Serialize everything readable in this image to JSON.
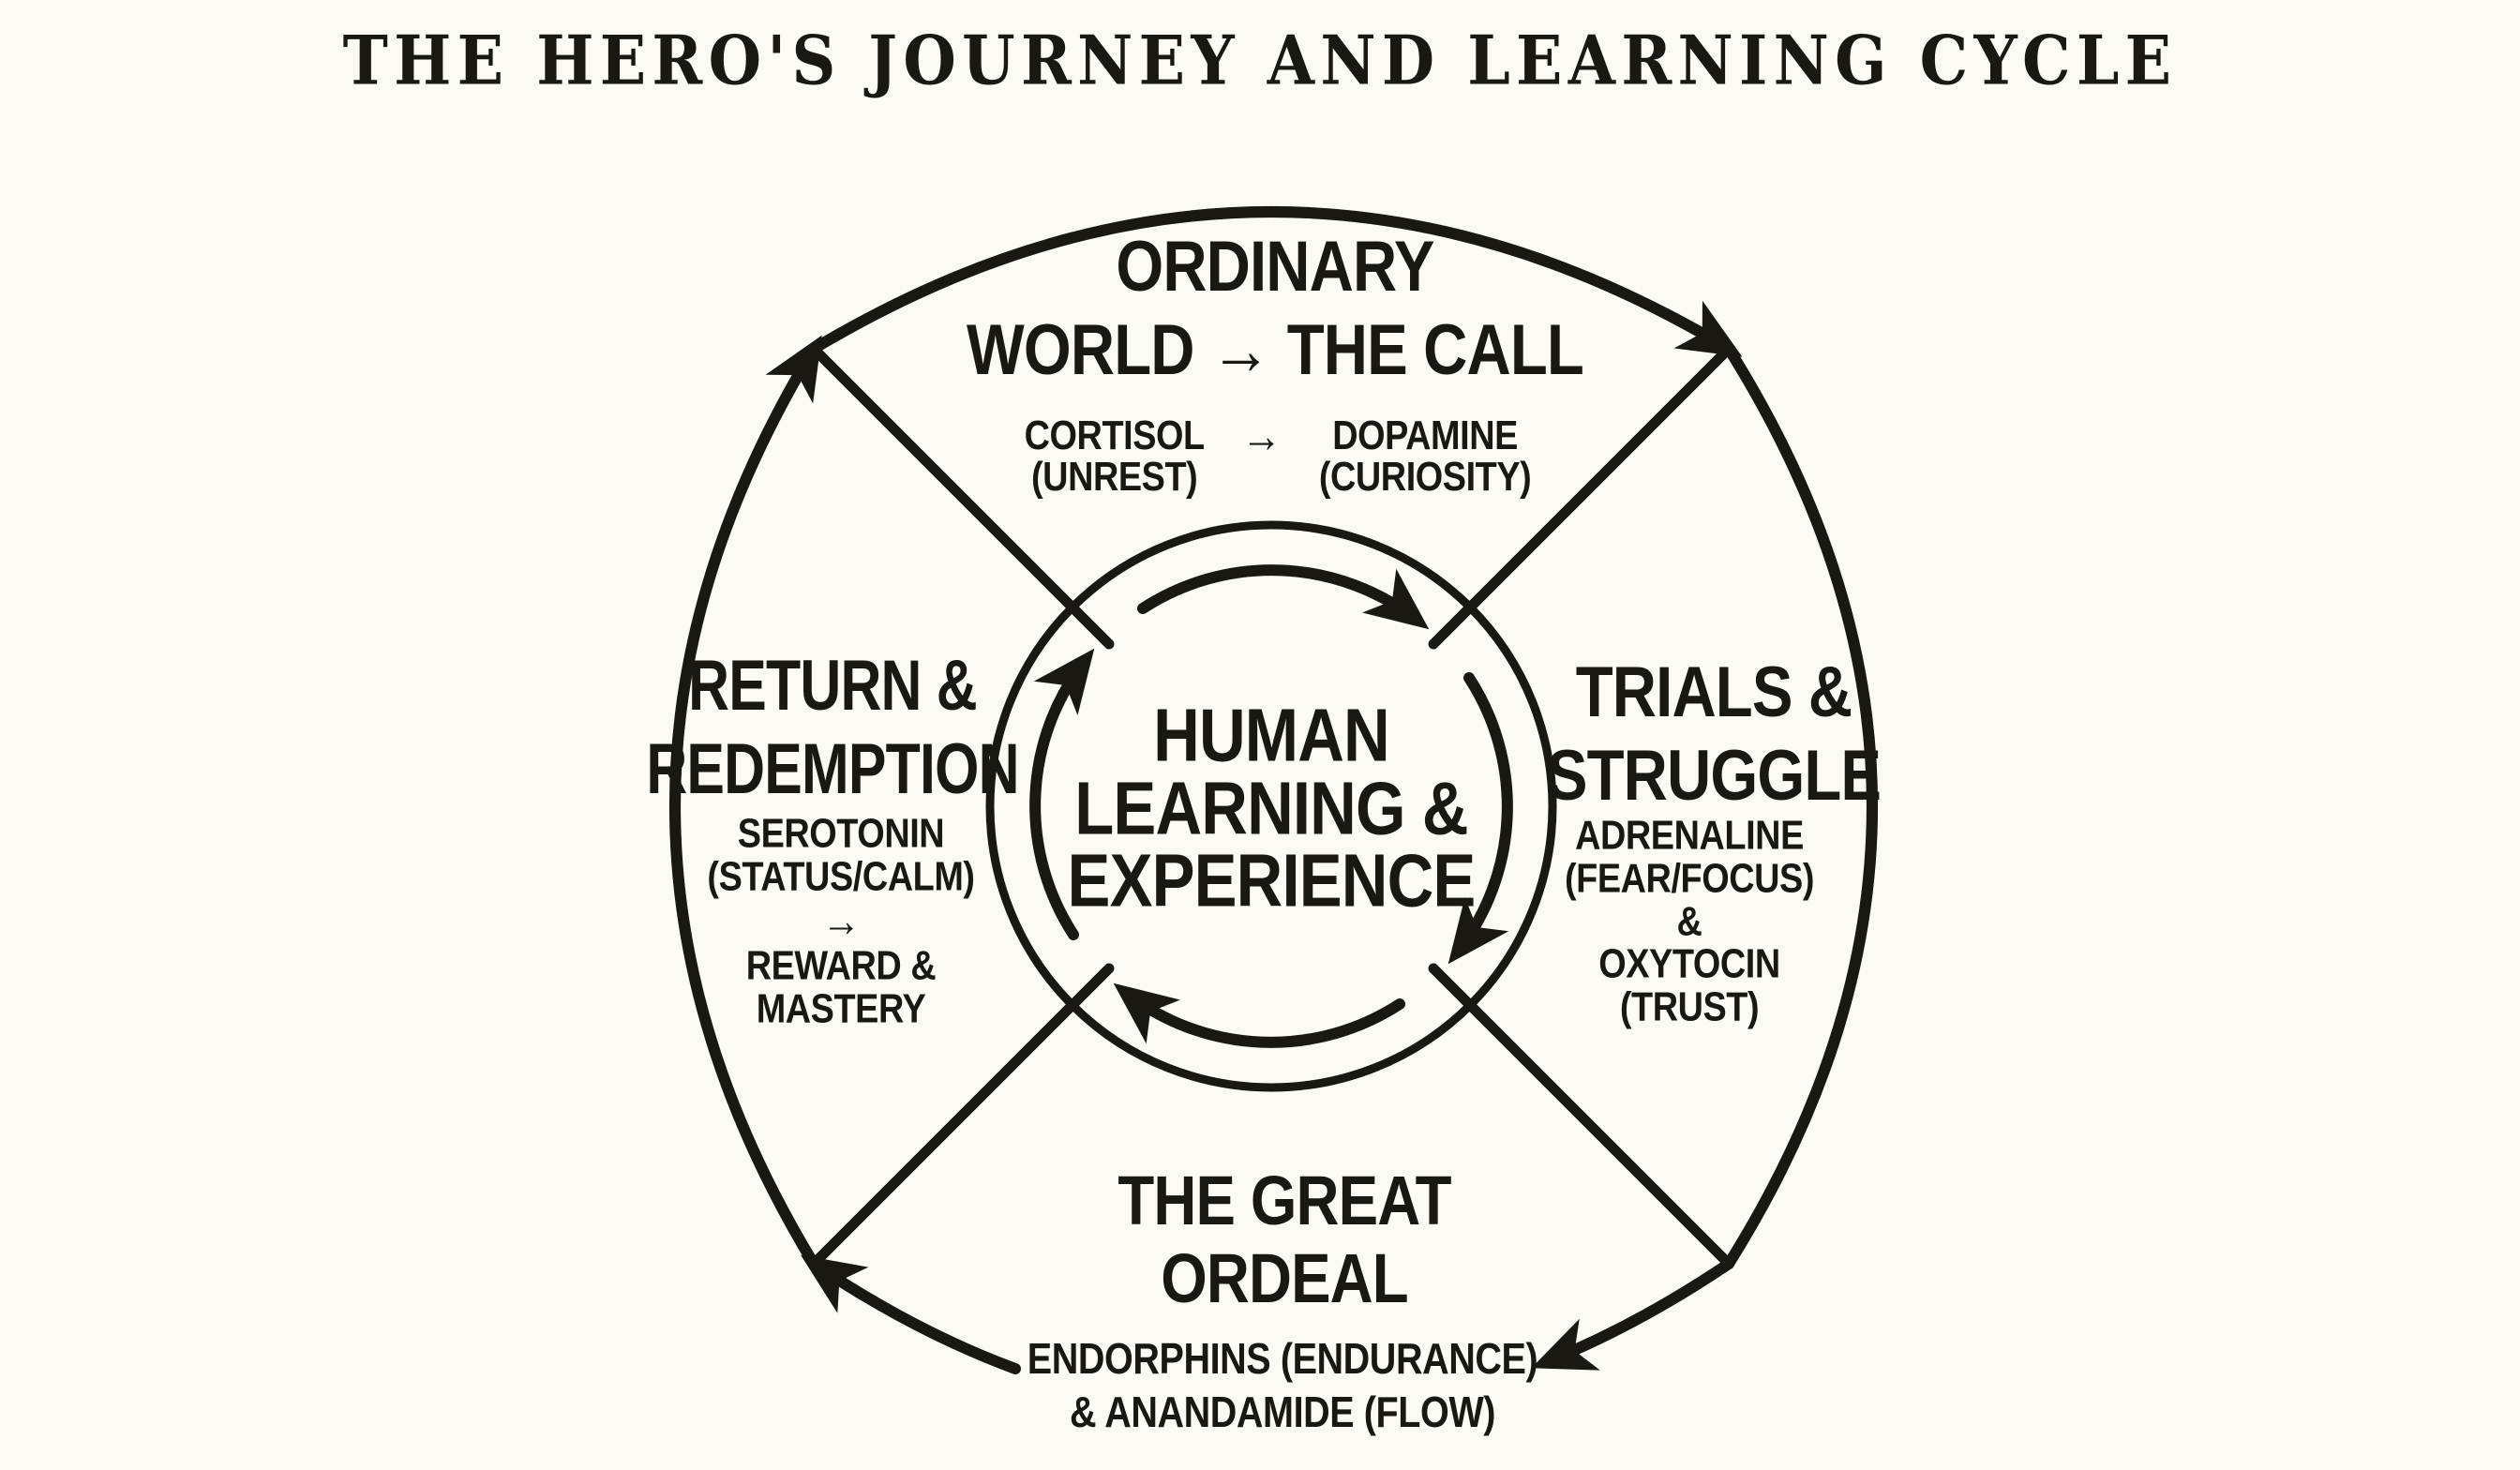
{
  "title": "THE HERO'S JOURNEY AND LEARNING CYCLE",
  "colors": {
    "ink": "#1b1713",
    "bg": "#fbfaf4"
  },
  "center": {
    "line1": "HUMAN",
    "line2": "LEARNING &",
    "line3": "EXPERIENCE"
  },
  "quadrants": {
    "top": {
      "heading_line1": "ORDINARY",
      "heading_line2": "WORLD → THE CALL",
      "chem_left": "CORTISOL",
      "chem_left_note": "(UNREST)",
      "arrow": "→",
      "chem_right": "DOPAMINE",
      "chem_right_note": "(CURIOSITY)"
    },
    "right": {
      "heading_line1": "TRIALS &",
      "heading_line2": "STRUGGLE",
      "sub_lines": [
        "ADRENALINE",
        "(FEAR/FOCUS)",
        "&",
        "OXYTOCIN",
        "(TRUST)"
      ]
    },
    "bottom": {
      "heading_line1": "THE GREAT",
      "heading_line2": "ORDEAL",
      "sub_line1": "ENDORPHINS (ENDURANCE)",
      "sub_line2": "& ANANDAMIDE (FLOW)"
    },
    "left": {
      "heading_line1": "RETURN &",
      "heading_line2": "REDEMPTION",
      "sub_lines": [
        "SEROTONIN",
        "(STATUS/CALM)",
        "→",
        "REWARD &",
        "MASTERY"
      ]
    }
  }
}
